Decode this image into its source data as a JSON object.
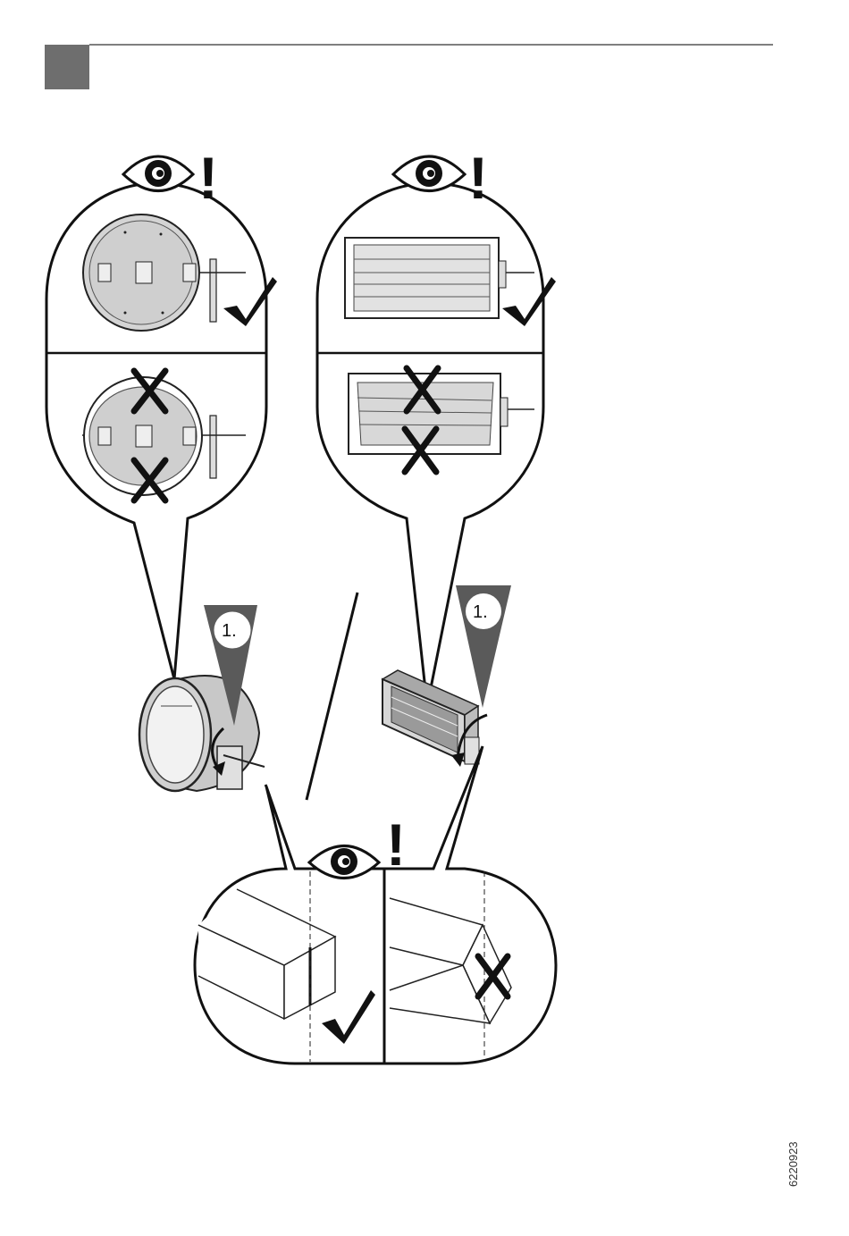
{
  "header": {
    "marker_color": "#6e6e6e",
    "rule_color": "#555555"
  },
  "steps": {
    "round_step": "1.",
    "rect_step": "1."
  },
  "symbols": {
    "caution": "!",
    "correct": "check-icon",
    "incorrect": "cross-icon",
    "inspect": "eye-icon"
  },
  "colors": {
    "ink": "#111111",
    "arrow_fill": "#5a5a5a",
    "damper_fill": "#cfcfcf",
    "damper_dark": "#8a8a8a"
  },
  "footer": {
    "doc_number": "6220923"
  }
}
